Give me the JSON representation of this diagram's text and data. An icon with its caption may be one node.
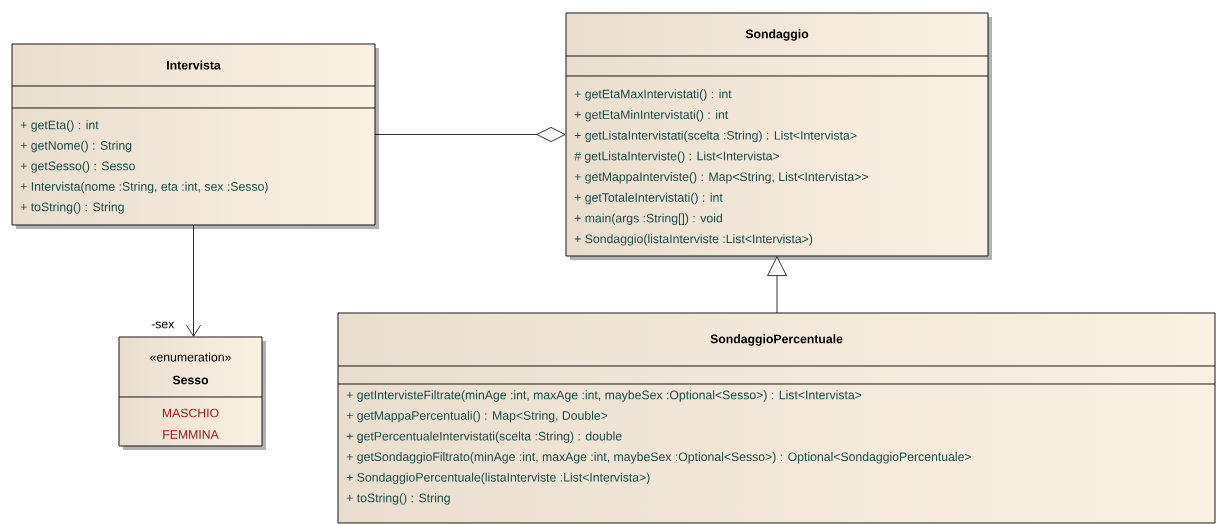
{
  "diagram": {
    "nodes": [
      {
        "text": [
          "Intervista",
          "+ getEta() : int",
          "+ getNome() : String",
          "+ getSesso() : Sesso",
          "+ Intervista(nome :String, eta :int, sex :Sesso)",
          "+ toString() : String"
        ]
      },
      {
        "text": [
          "Sondaggio",
          "+ getEtaMaxIntervistati() : int",
          "+ getEtaMinIntervistati() : int",
          "+ getListaIntervistati(scelta :String) : List<Intervista>",
          "# getListaInterviste() : List<Intervista>",
          "+ getMappaInterviste() : Map<String, List<Intervista>>",
          "+ getTotaleIntervistati() : int",
          "+ main(args :String[]) : void",
          "+ Sondaggio(listaInterviste :List<Intervista>)"
        ]
      },
      {
        "text": [
          "«enumeration»",
          "Sesso",
          "MASCHIO",
          "FEMMINA"
        ]
      },
      {
        "text": [
          "SondaggioPercentuale",
          "+ getIntervisteFiltrate(minAge :int, maxAge :int, maybeSex :Optional<Sesso>) : List<Intervista>",
          "+ getMappaPercentuali() : Map<String, Double>",
          "+ getPercentualeIntervistati(scelta :String) : double",
          "+ getSondaggioFiltrato(minAge :int, maxAge :int, maybeSex :Optional<Sesso>) : Optional<SondaggioPercentuale>",
          "+ SondaggioPercentuale(listaInterviste :List<Intervista>)",
          "+ toString() : String"
        ]
      }
    ],
    "edges": [
      {
        "from": 0,
        "to": 2,
        "arrow": "to",
        "label": "-sex"
      },
      {
        "from": 0,
        "to": 1,
        "arrow": "other"
      },
      {
        "from": 3,
        "to": 1,
        "arrow": "to"
      }
    ]
  }
}
